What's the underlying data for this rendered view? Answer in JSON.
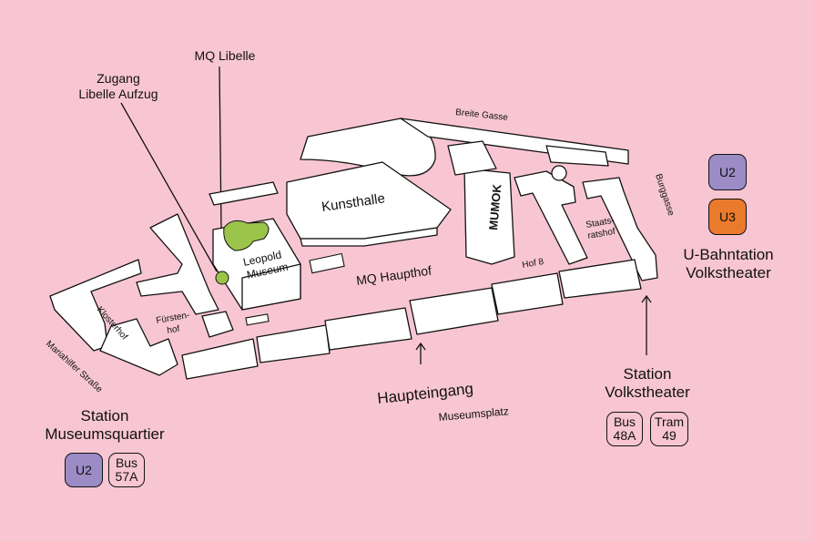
{
  "colors": {
    "background": "#f8c6d2",
    "u2": "#9b8cc6",
    "u3": "#ea7a2c",
    "libelle": "#9bc44a"
  },
  "labels": {
    "mq_libelle": "MQ Libelle",
    "zugang_1": "Zugang",
    "zugang_2": "Libelle Aufzug",
    "breite_gasse": "Breite Gasse",
    "kunsthalle": "Kunsthalle",
    "mumok": "MUMOK",
    "leopold_1": "Leopold",
    "leopold_2": "Museum",
    "mq_haupthof": "MQ Haupthof",
    "hof8": "Hof 8",
    "staatsratshof_1": "Staats-",
    "staatsratshof_2": "ratshof",
    "burggasse": "Burggasse",
    "fuerstenhof_1": "Fürsten-",
    "fuerstenhof_2": "hof",
    "klosterhof": "Klosterhof",
    "mariahilfer": "Mariahilfer Straße",
    "haupteingang": "Haupteingang",
    "museumsplatz": "Museumsplatz"
  },
  "stations": {
    "volkstheater_ubahn": {
      "line1": "U-Bahntation",
      "line2": "Volkstheater",
      "badges": [
        {
          "label": "U2"
        },
        {
          "label": "U3"
        }
      ]
    },
    "volkstheater": {
      "line1": "Station",
      "line2": "Volkstheater",
      "badges": [
        {
          "l1": "Bus",
          "l2": "48A"
        },
        {
          "l1": "Tram",
          "l2": "49"
        }
      ]
    },
    "museumsquartier": {
      "line1": "Station",
      "line2": "Museumsquartier",
      "badges": [
        {
          "label": "U2"
        },
        {
          "l1": "Bus",
          "l2": "57A"
        }
      ]
    }
  }
}
